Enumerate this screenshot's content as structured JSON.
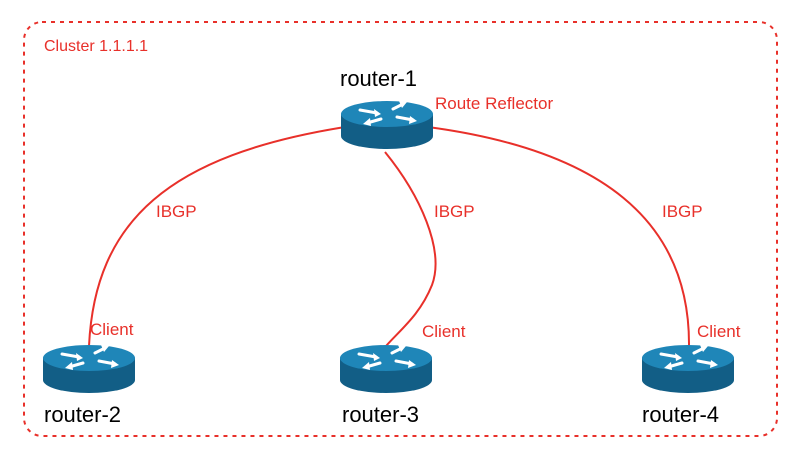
{
  "cluster": {
    "label": "Cluster 1.1.1.1"
  },
  "colors": {
    "accent": "#e8302a",
    "router_top": "#1f86b8",
    "router_side": "#125e86",
    "arrow": "#ffffff"
  },
  "nodes": {
    "router1": {
      "name": "router-1",
      "role": "Route Reflector",
      "icon": "router-icon"
    },
    "router2": {
      "name": "router-2",
      "role": "Client",
      "icon": "router-icon"
    },
    "router3": {
      "name": "router-3",
      "role": "Client",
      "icon": "router-icon"
    },
    "router4": {
      "name": "router-4",
      "role": "Client",
      "icon": "router-icon"
    }
  },
  "links": [
    {
      "from": "router-1",
      "to": "router-2",
      "label": "IBGP"
    },
    {
      "from": "router-1",
      "to": "router-3",
      "label": "IBGP"
    },
    {
      "from": "router-1",
      "to": "router-4",
      "label": "IBGP"
    }
  ]
}
